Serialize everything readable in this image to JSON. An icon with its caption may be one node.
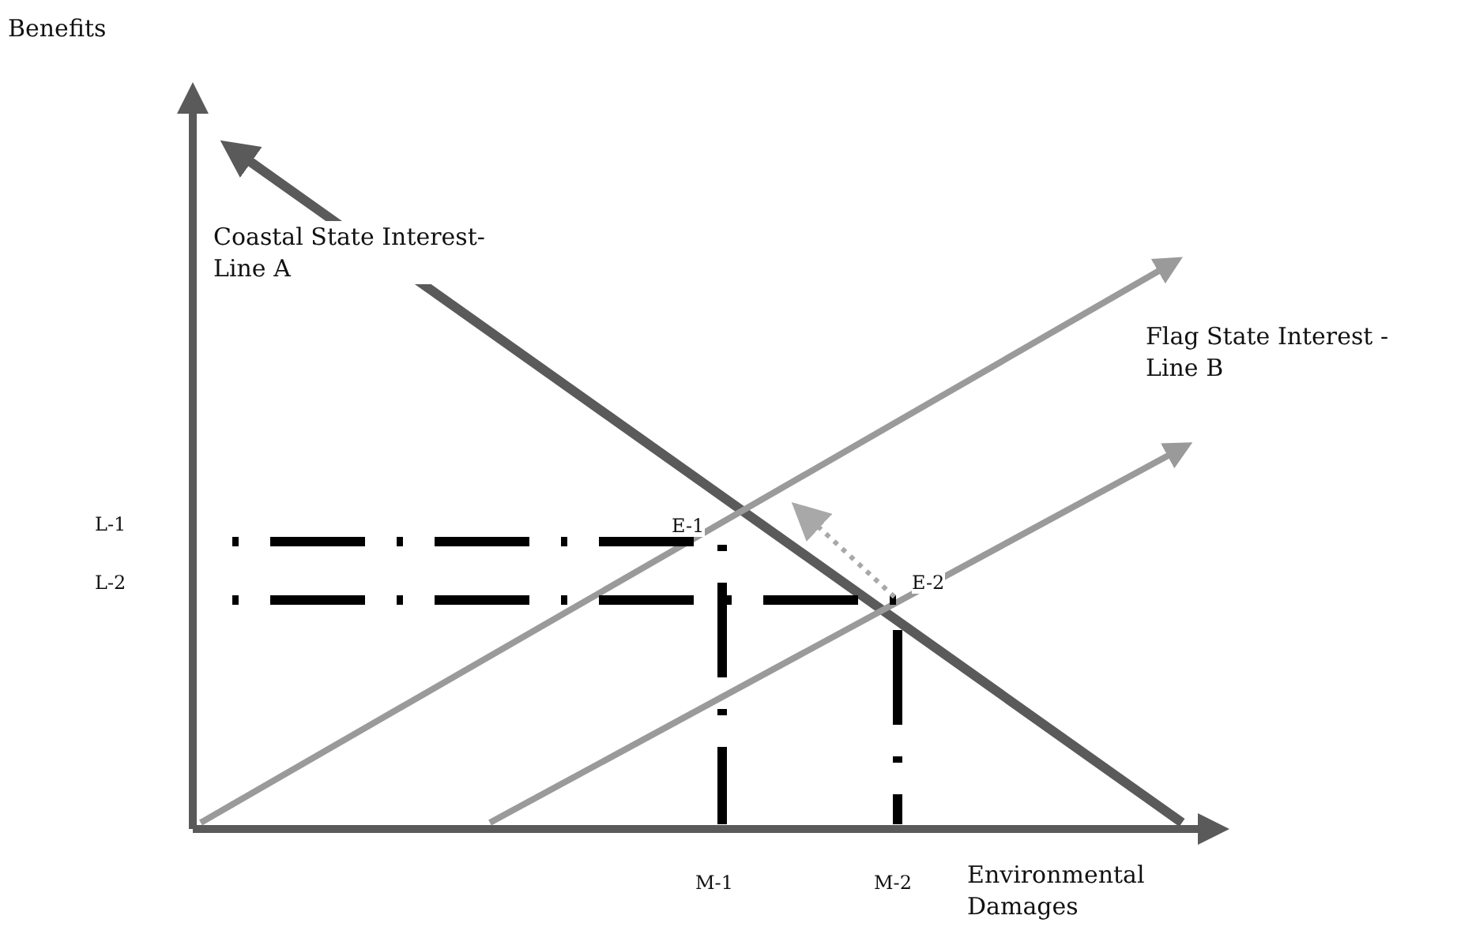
{
  "diagram": {
    "labels": [
      "Benefits",
      "Coastal State Interest- Line A",
      "Flag State Interest - Line B",
      "L-1",
      "E-1",
      "L-2",
      "E-2",
      "M-1",
      "M-2",
      "Environmental Damages"
    ]
  }
}
